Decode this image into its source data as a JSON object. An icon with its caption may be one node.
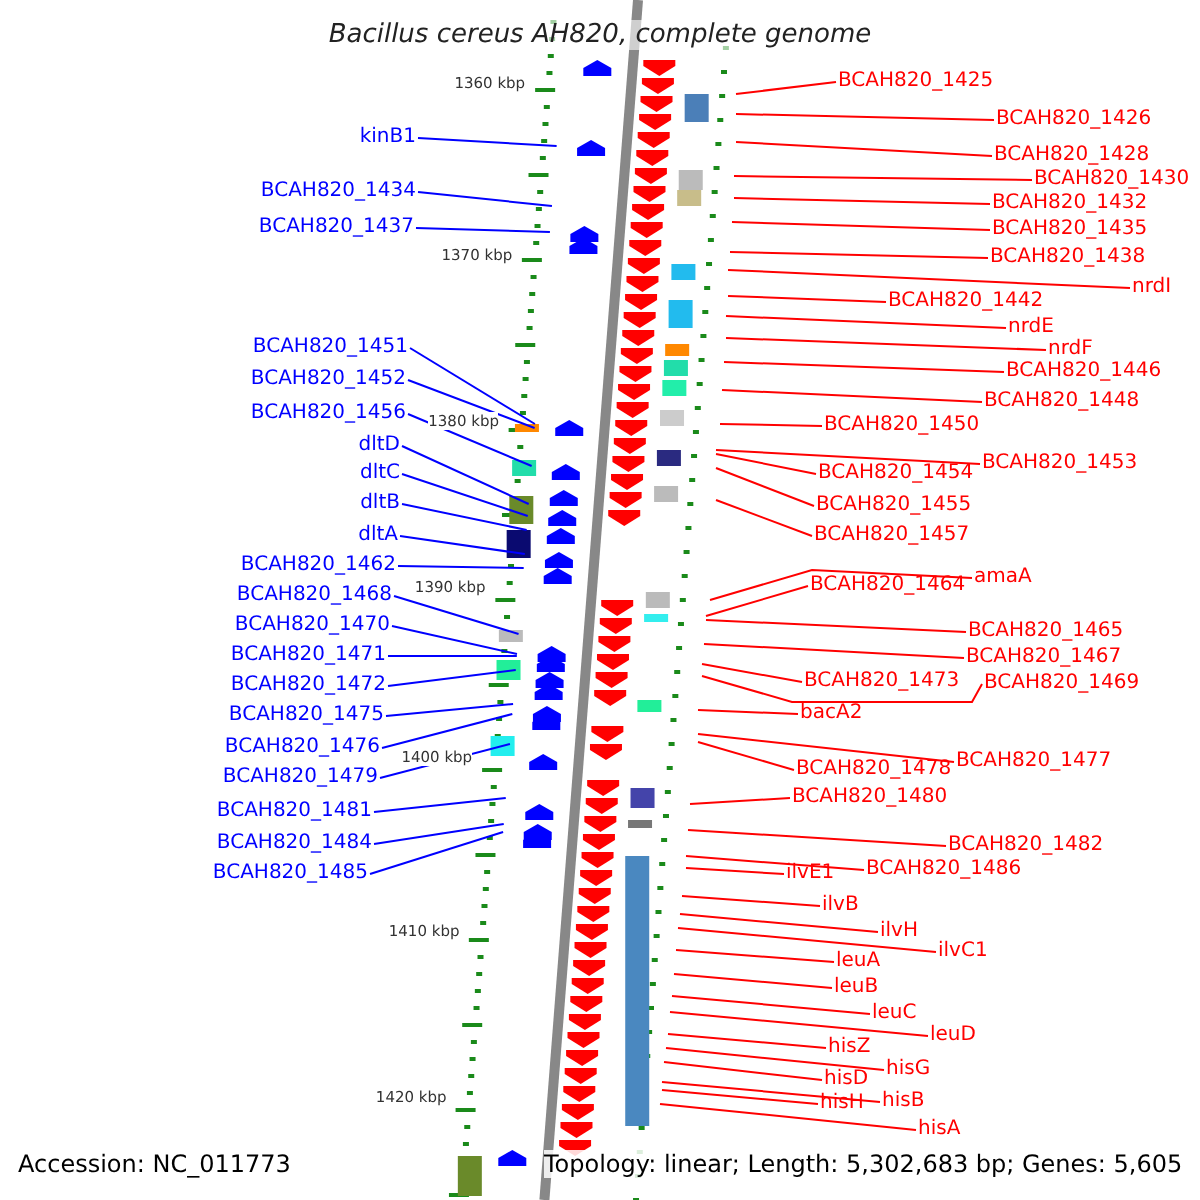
{
  "diagram": {
    "title": "Bacillus cereus AH820, complete genome",
    "nodes": [
      {
        "text": [
          "kinB1"
        ]
      },
      {
        "text": [
          "BCAH820_1434"
        ]
      },
      {
        "text": [
          "BCAH820_1437"
        ]
      },
      {
        "text": [
          "BCAH820_1451"
        ]
      },
      {
        "text": [
          "BCAH820_1452"
        ]
      },
      {
        "text": [
          "BCAH820_1456"
        ]
      },
      {
        "text": [
          "dltD"
        ]
      },
      {
        "text": [
          "dltC"
        ]
      },
      {
        "text": [
          "dltB"
        ]
      },
      {
        "text": [
          "dltA"
        ]
      },
      {
        "text": [
          "BCAH820_1462"
        ]
      },
      {
        "text": [
          "BCAH820_1468"
        ]
      },
      {
        "text": [
          "BCAH820_1470"
        ]
      },
      {
        "text": [
          "BCAH820_1471"
        ]
      },
      {
        "text": [
          "BCAH820_1472"
        ]
      },
      {
        "text": [
          "BCAH820_1475"
        ]
      },
      {
        "text": [
          "BCAH820_1476"
        ]
      },
      {
        "text": [
          "BCAH820_1479"
        ]
      },
      {
        "text": [
          "BCAH820_1481"
        ]
      },
      {
        "text": [
          "BCAH820_1484"
        ]
      },
      {
        "text": [
          "BCAH820_1485"
        ]
      },
      {
        "text": [
          "BCAH820_1425"
        ]
      },
      {
        "text": [
          "BCAH820_1426"
        ]
      },
      {
        "text": [
          "BCAH820_1428"
        ]
      },
      {
        "text": [
          "BCAH820_1430"
        ]
      },
      {
        "text": [
          "BCAH820_1432"
        ]
      },
      {
        "text": [
          "BCAH820_1435"
        ]
      },
      {
        "text": [
          "BCAH820_1438"
        ]
      },
      {
        "text": [
          "nrdI"
        ]
      },
      {
        "text": [
          "BCAH820_1442"
        ]
      },
      {
        "text": [
          "nrdE"
        ]
      },
      {
        "text": [
          "nrdF"
        ]
      },
      {
        "text": [
          "BCAH820_1446"
        ]
      },
      {
        "text": [
          "BCAH820_1448"
        ]
      },
      {
        "text": [
          "BCAH820_1450"
        ]
      },
      {
        "text": [
          "BCAH820_1453"
        ]
      },
      {
        "text": [
          "BCAH820_1454"
        ]
      },
      {
        "text": [
          "BCAH820_1455"
        ]
      },
      {
        "text": [
          "BCAH820_1457"
        ]
      },
      {
        "text": [
          "amaA"
        ]
      },
      {
        "text": [
          "BCAH820_1464"
        ]
      },
      {
        "text": [
          "BCAH820_1465"
        ]
      },
      {
        "text": [
          "BCAH820_1467"
        ]
      },
      {
        "text": [
          "BCAH820_1473"
        ]
      },
      {
        "text": [
          "BCAH820_1469"
        ]
      },
      {
        "text": [
          "bacA2"
        ]
      },
      {
        "text": [
          "BCAH820_1477"
        ]
      },
      {
        "text": [
          "BCAH820_1478"
        ]
      },
      {
        "text": [
          "BCAH820_1480"
        ]
      },
      {
        "text": [
          "BCAH820_1482"
        ]
      },
      {
        "text": [
          "BCAH820_1486"
        ]
      },
      {
        "text": [
          "ilvE1"
        ]
      },
      {
        "text": [
          "ilvB"
        ]
      },
      {
        "text": [
          "ilvH"
        ]
      },
      {
        "text": [
          "ilvC1"
        ]
      },
      {
        "text": [
          "leuA"
        ]
      },
      {
        "text": [
          "leuB"
        ]
      },
      {
        "text": [
          "leuC"
        ]
      },
      {
        "text": [
          "leuD"
        ]
      },
      {
        "text": [
          "hisZ"
        ]
      },
      {
        "text": [
          "hisG"
        ]
      },
      {
        "text": [
          "hisD"
        ]
      },
      {
        "text": [
          "hisB"
        ]
      },
      {
        "text": [
          "hisH"
        ]
      },
      {
        "text": [
          "hisA"
        ]
      }
    ],
    "edges": [
      {
        "from": 0,
        "to": null,
        "arrow": "none",
        "color": "#0000ff"
      },
      {
        "from": 1,
        "to": null,
        "arrow": "none",
        "color": "#0000ff"
      },
      {
        "from": 2,
        "to": null,
        "arrow": "none",
        "color": "#0000ff"
      },
      {
        "from": 3,
        "to": null,
        "arrow": "none",
        "color": "#0000ff"
      },
      {
        "from": 4,
        "to": null,
        "arrow": "none",
        "color": "#0000ff"
      },
      {
        "from": 5,
        "to": null,
        "arrow": "none",
        "color": "#0000ff"
      },
      {
        "from": 6,
        "to": null,
        "arrow": "none",
        "color": "#0000ff"
      },
      {
        "from": 7,
        "to": null,
        "arrow": "none",
        "color": "#0000ff"
      },
      {
        "from": 8,
        "to": null,
        "arrow": "none",
        "color": "#0000ff"
      },
      {
        "from": 9,
        "to": null,
        "arrow": "none",
        "color": "#0000ff"
      },
      {
        "from": 10,
        "to": null,
        "arrow": "none",
        "color": "#0000ff"
      },
      {
        "from": 11,
        "to": null,
        "arrow": "none",
        "color": "#0000ff"
      },
      {
        "from": 12,
        "to": null,
        "arrow": "none",
        "color": "#0000ff"
      },
      {
        "from": 13,
        "to": null,
        "arrow": "none",
        "color": "#0000ff"
      },
      {
        "from": 14,
        "to": null,
        "arrow": "none",
        "color": "#0000ff"
      },
      {
        "from": 15,
        "to": null,
        "arrow": "none",
        "color": "#0000ff"
      },
      {
        "from": 16,
        "to": null,
        "arrow": "none",
        "color": "#0000ff"
      },
      {
        "from": 17,
        "to": null,
        "arrow": "none",
        "color": "#0000ff"
      },
      {
        "from": 18,
        "to": null,
        "arrow": "none",
        "color": "#0000ff"
      },
      {
        "from": 19,
        "to": null,
        "arrow": "none",
        "color": "#0000ff"
      },
      {
        "from": 20,
        "to": null,
        "arrow": "none",
        "color": "#0000ff"
      },
      {
        "from": 21,
        "to": null,
        "arrow": "none"
      },
      {
        "from": 22,
        "to": null,
        "arrow": "none"
      },
      {
        "from": 23,
        "to": null,
        "arrow": "none"
      },
      {
        "from": 24,
        "to": null,
        "arrow": "none"
      },
      {
        "from": 25,
        "to": null,
        "arrow": "none"
      },
      {
        "from": 26,
        "to": null,
        "arrow": "none"
      },
      {
        "from": 27,
        "to": null,
        "arrow": "none"
      },
      {
        "from": 28,
        "to": null,
        "arrow": "none"
      },
      {
        "from": 29,
        "to": null,
        "arrow": "none"
      },
      {
        "from": 30,
        "to": null,
        "arrow": "none"
      },
      {
        "from": 31,
        "to": null,
        "arrow": "none"
      },
      {
        "from": 32,
        "to": null,
        "arrow": "none"
      },
      {
        "from": 33,
        "to": null,
        "arrow": "none"
      },
      {
        "from": 34,
        "to": null,
        "arrow": "none"
      },
      {
        "from": 35,
        "to": null,
        "arrow": "none"
      },
      {
        "from": 36,
        "to": null,
        "arrow": "none"
      },
      {
        "from": 37,
        "to": null,
        "arrow": "none"
      },
      {
        "from": 38,
        "to": null,
        "arrow": "none"
      },
      {
        "from": 39,
        "to": null,
        "arrow": "none"
      },
      {
        "from": 40,
        "to": null,
        "arrow": "none"
      },
      {
        "from": 41,
        "to": null,
        "arrow": "none"
      },
      {
        "from": 42,
        "to": null,
        "arrow": "none"
      },
      {
        "from": 43,
        "to": null,
        "arrow": "none"
      },
      {
        "from": 44,
        "to": null,
        "arrow": "none"
      },
      {
        "from": 45,
        "to": null,
        "arrow": "none"
      },
      {
        "from": 46,
        "to": null,
        "arrow": "none"
      },
      {
        "from": 47,
        "to": null,
        "arrow": "none"
      },
      {
        "from": 48,
        "to": null,
        "arrow": "none"
      },
      {
        "from": 49,
        "to": null,
        "arrow": "none"
      },
      {
        "from": 50,
        "to": null,
        "arrow": "none"
      },
      {
        "from": 51,
        "to": null,
        "arrow": "none"
      },
      {
        "from": 52,
        "to": null,
        "arrow": "none"
      },
      {
        "from": 53,
        "to": null,
        "arrow": "none"
      },
      {
        "from": 54,
        "to": null,
        "arrow": "none"
      },
      {
        "from": 55,
        "to": null,
        "arrow": "none"
      },
      {
        "from": 56,
        "to": null,
        "arrow": "none"
      },
      {
        "from": 57,
        "to": null,
        "arrow": "none"
      },
      {
        "from": 58,
        "to": null,
        "arrow": "none"
      },
      {
        "from": 59,
        "to": null,
        "arrow": "none"
      },
      {
        "from": 60,
        "to": null,
        "arrow": "none"
      },
      {
        "from": 61,
        "to": null,
        "arrow": "none"
      },
      {
        "from": 62,
        "to": null,
        "arrow": "none"
      },
      {
        "from": 63,
        "to": null,
        "arrow": "none"
      },
      {
        "from": 64,
        "to": null,
        "arrow": "none"
      }
    ],
    "labels": [
      "1360 kbp",
      "1370 kbp",
      "1380 kbp",
      "1390 kbp",
      "1400 kbp",
      "1410 kbp",
      "1420 kbp",
      "Accession: NC_011773",
      "Topology: linear; Length: 5,302,683 bp; Genes: 5,605"
    ]
  }
}
